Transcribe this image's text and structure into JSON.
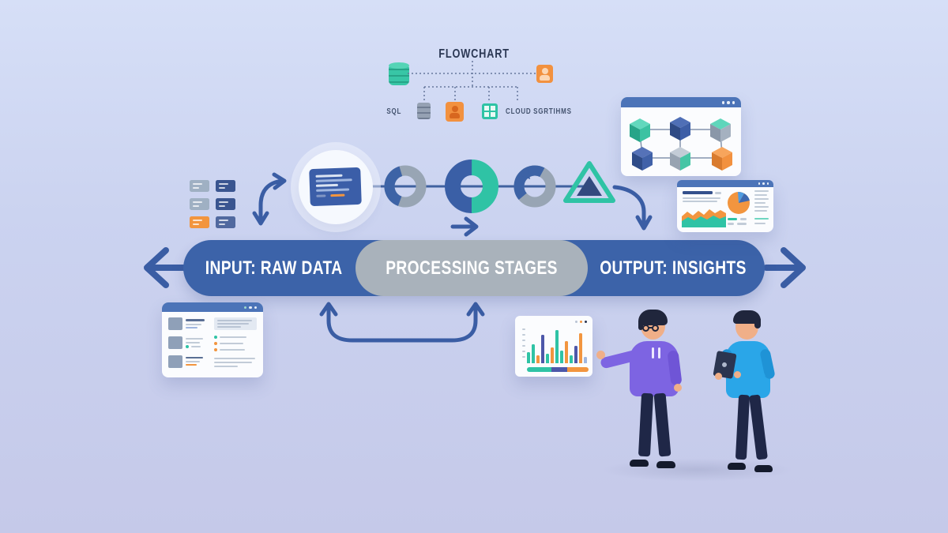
{
  "flowchart": {
    "title": "FLOWCHART",
    "sql_label": "SQL",
    "cloud_label": "CLOUD",
    "algorithms_label": "SGRTIHMS"
  },
  "banner": {
    "input_label": "INPUT: RAW DATA",
    "processing_label": "PROCESSING STAGES",
    "output_label": "OUTPUT: INSIGHTS"
  },
  "palette": {
    "banner_blue": "#3c63a9",
    "pill_gray": "#a9b2bb",
    "arrow_blue": "#3a5da4",
    "teal": "#2fc3a5",
    "orange": "#f2953f",
    "indigo": "#4d57a9",
    "light_blue": "#9fb6e0",
    "window_bar_blue": "#4c74b8",
    "purple": "#7d64e2",
    "sky_blue": "#2aa6e8",
    "dark_navy": "#1f2747",
    "skin": "#f0af88"
  },
  "mini_bar_chart": {
    "bar_heights": [
      14,
      24,
      10,
      36,
      12,
      20,
      42,
      16,
      28,
      10,
      22,
      38,
      8
    ],
    "bar_colors": [
      "teal",
      "teal",
      "orange",
      "indigo",
      "teal",
      "orange",
      "teal",
      "teal",
      "orange",
      "teal",
      "indigo",
      "orange",
      "light_blue"
    ],
    "stacked_segments": [
      {
        "color": "teal",
        "percent": 40
      },
      {
        "color": "indigo",
        "percent": 26
      },
      {
        "color": "orange",
        "percent": 34
      }
    ]
  }
}
